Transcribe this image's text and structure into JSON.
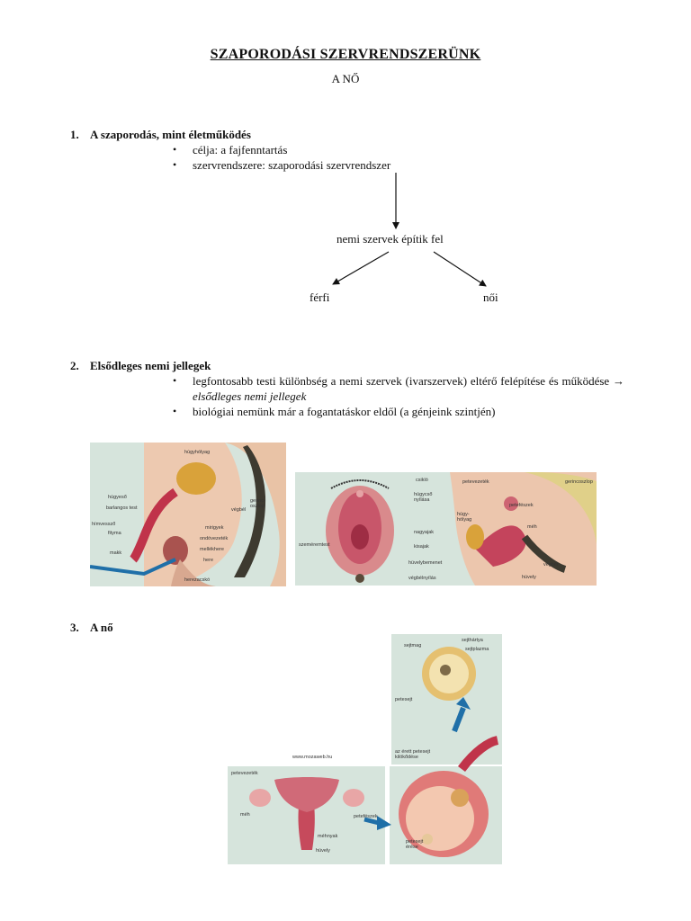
{
  "document": {
    "title": "SZAPORODÁSI SZERVRENDSZERÜNK",
    "subtitle": "A NŐ"
  },
  "section1": {
    "number": "1.",
    "heading": "A szaporodás, mint életműködés",
    "bullets": [
      "célja: a fajfenntartás",
      "szervrendszere: szaporodási szervrendszer"
    ],
    "diagram": {
      "middle": "nemi szervek építik fel",
      "left": "férfi",
      "right": "női"
    }
  },
  "section2": {
    "number": "2.",
    "heading": "Elsődleges nemi jellegek",
    "bullet1_text": "legfontosabb testi különbség a nemi szervek (ivarszervek) eltérő felépítése és működése",
    "bullet1_arrow": "→",
    "bullet1_italic": "elsődleges nemi jellegek",
    "bullet2_text": "biológiai nemünk már a fogantatáskor eldől (a génjeink szintjén)"
  },
  "section3": {
    "number": "3.",
    "heading": "A nő"
  },
  "figures": {
    "male": {
      "labels": [
        "húgyhólyag",
        "húgyeső",
        "barlangos test",
        "hímvessző",
        "fityma",
        "makk",
        "mirigyek",
        "ondóvezeték",
        "mellékhere",
        "here",
        "herezacskó",
        "végbél",
        "gerinc-oszlop"
      ]
    },
    "female_external": {
      "labels": [
        "csikló",
        "húgycső nyílása",
        "szeméremtest",
        "nagyajak",
        "kisajak",
        "hüvelybemenet",
        "végbélnyílás"
      ]
    },
    "female_side": {
      "labels": [
        "petevezeték",
        "gerincoszlop",
        "petefészek",
        "húgy-hólyag",
        "méh",
        "végbél",
        "hüvely"
      ]
    },
    "ovary": {
      "labels": [
        "sejtmag",
        "sejthártya",
        "sejtplazma",
        "petesejt",
        "az érett petesejt kilökődése",
        "petesejt érése",
        "www.mozaweb.hu",
        "petevezeték",
        "méh",
        "petefészek",
        "méhnyak",
        "hüvely"
      ]
    }
  }
}
